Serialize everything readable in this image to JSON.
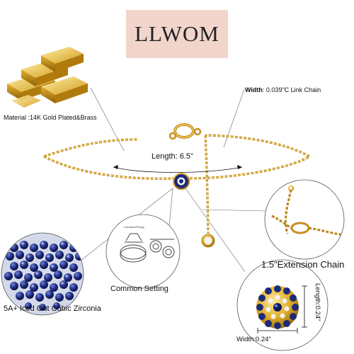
{
  "brand": {
    "name": "LLWOM"
  },
  "labels": {
    "material_key": "Material :",
    "material_value": "14K Gold Plated&Brass",
    "width_key": "Width",
    "width_value": ": 0.039\"C Link Chain",
    "length": "Length: 6.5\"",
    "extension": "1.5\"Extension Chain",
    "common_setting": "Common Setting",
    "zirconia": "5A+ Iced Out Cubic Zirconia",
    "dim_length": "Length:0.24\"",
    "dim_width": "Width:0.24\"",
    "common_prong": "Common Prong"
  },
  "colors": {
    "gold": "#d9a520",
    "gold_dark": "#a8780f",
    "sapphire": "#1b2a78",
    "brand_bg": "#f1d5cb"
  },
  "icons": {
    "gold_bars": "gold-bars-icon",
    "eye_charm": "evil-eye-charm-icon"
  }
}
